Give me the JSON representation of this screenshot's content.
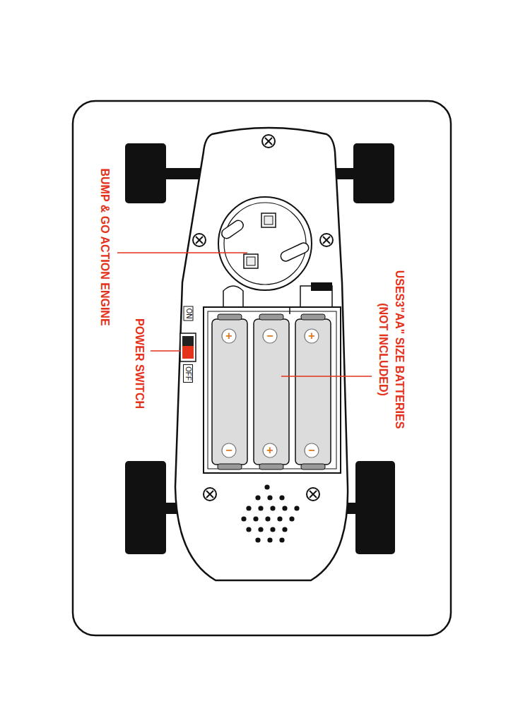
{
  "diagram": {
    "labels": [
      "BUMP & GO ACTION ENGINE",
      "USES3\"AA\" SIZE BATTERIES",
      "(NOT INCLUDED)",
      "ON",
      "POWER SWITCH",
      "OFF",
      "+",
      "−",
      "+",
      "−",
      "+",
      "−"
    ]
  }
}
